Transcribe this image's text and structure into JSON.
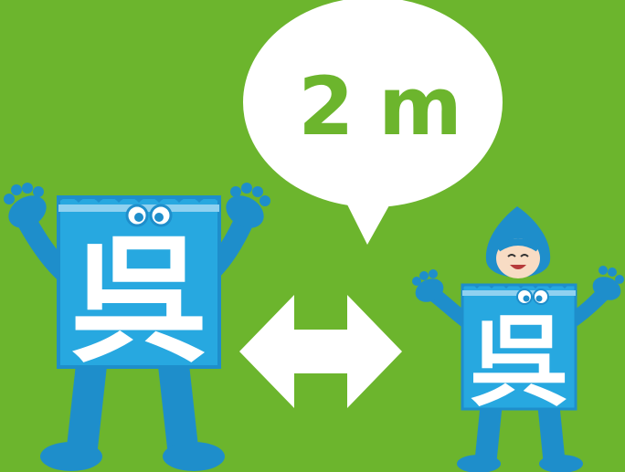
{
  "speech_bubble": {
    "text": "2 m"
  },
  "mascots": [
    {
      "sign_text": "呉"
    },
    {
      "sign_text": "呉"
    }
  ],
  "colors": {
    "background": "#6cb52d",
    "mascot_blue": "#1e8ecb",
    "sign_blue": "#27a8e0",
    "white": "#ffffff",
    "skin": "#f8dcc4"
  },
  "icons": {
    "arrow": "double-headed-arrow-icon",
    "bubble": "speech-bubble-icon"
  }
}
